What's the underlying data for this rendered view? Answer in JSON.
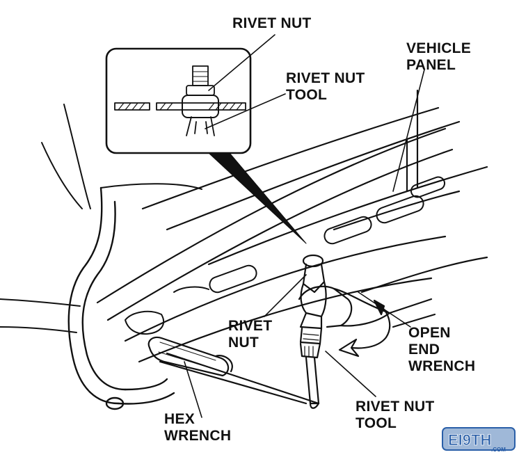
{
  "labels": {
    "rivet_nut_top": "RIVET NUT",
    "rivet_nut_tool_top": [
      "RIVET NUT",
      "TOOL"
    ],
    "vehicle_panel": [
      "VEHICLE",
      "PANEL"
    ],
    "rivet_nut_mid": [
      "RIVET",
      "NUT"
    ],
    "open_end_wrench": [
      "OPEN",
      "END",
      "WRENCH"
    ],
    "hex_wrench": [
      "HEX",
      "WRENCH"
    ],
    "rivet_nut_tool_bottom": [
      "RIVET NUT",
      "TOOL"
    ]
  },
  "logo": {
    "text": "EI9TH",
    "sub": ".COM"
  },
  "colors": {
    "ink": "#111111",
    "logo_blue": "#2a5fa8",
    "logo_light": "#9fb8d8"
  }
}
